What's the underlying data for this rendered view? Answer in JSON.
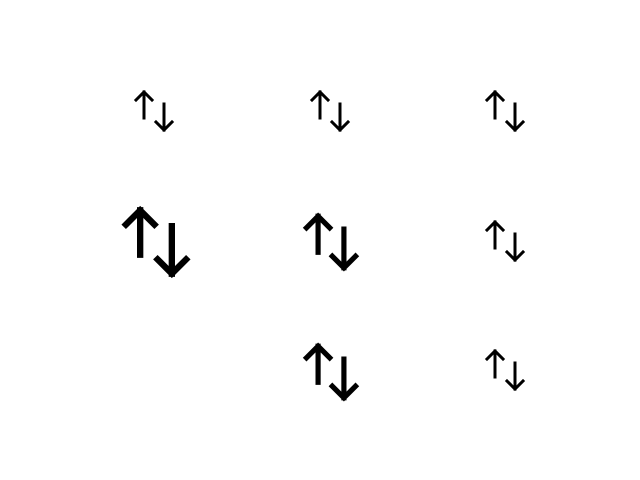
{
  "icons": [
    {
      "id": "r1c1",
      "name": "sort-arrows-icon",
      "row": 1,
      "column": 1
    },
    {
      "id": "r1c2",
      "name": "sort-arrows-icon",
      "row": 1,
      "column": 2
    },
    {
      "id": "r1c3",
      "name": "sort-arrows-icon",
      "row": 1,
      "column": 3
    },
    {
      "id": "r2c1",
      "name": "sort-arrows-icon",
      "row": 2,
      "column": 1
    },
    {
      "id": "r2c2",
      "name": "sort-arrows-icon",
      "row": 2,
      "column": 2
    },
    {
      "id": "r2c3",
      "name": "sort-arrows-icon",
      "row": 2,
      "column": 3
    },
    {
      "id": "r3c2",
      "name": "sort-arrows-icon",
      "row": 3,
      "column": 2
    },
    {
      "id": "r3c3",
      "name": "sort-arrows-icon",
      "row": 3,
      "column": 3
    }
  ],
  "colors": {
    "background": "#ffffff",
    "icon": "#000000"
  }
}
